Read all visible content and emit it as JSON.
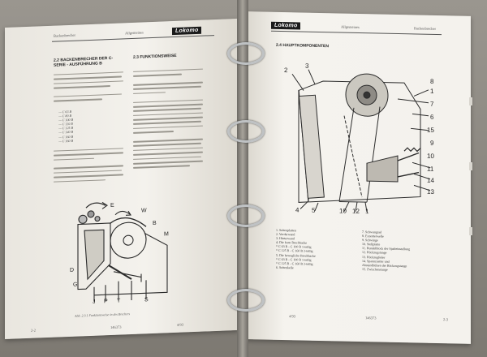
{
  "left_page": {
    "header_left": "Backenbrecher",
    "header_center": "Allgemeines",
    "logo": "Lokomo",
    "section_a_title": "2.2  BACKENBRECHER DER C-SERIE - AUSFÜHRUNG B",
    "section_b_title": "2.3  FUNKTIONSWEISE",
    "model_list": [
      "— C 63 B",
      "— C 80 B",
      "— C 100 B",
      "— C 110 B",
      "— C 125 B",
      "— C 140 B",
      "— C 160 B",
      "— C 160 B"
    ],
    "figure_labels": [
      "E",
      "W",
      "B",
      "M",
      "J",
      "P",
      "T",
      "S",
      "G",
      "D"
    ],
    "caption": "Abb. 2.3.1  Funktionsweise in des Brechers",
    "footer_left": "2-2",
    "footer_center": "146373",
    "footer_right": "4/93"
  },
  "right_page": {
    "header_center": "Allgemeines",
    "header_right": "Backenbrecher",
    "logo": "Lokomo",
    "section_title": "2.4  HAUPTKOMPONENTEN",
    "callouts": [
      "2",
      "3",
      "8",
      "1",
      "7",
      "6",
      "15",
      "9",
      "10",
      "11",
      "14",
      "13",
      "4",
      "5",
      "10",
      "12",
      "1"
    ],
    "legend_left": [
      "1.     Seitenplatten",
      "2.     Vorderwand",
      "3.     Hinterwand",
      "4.     Die feste Brechbacke",
      "        * C 63 B - C 100 B 1-teilig",
      "        * C 125 B - C 160 B 2-teilig",
      "5.     Die bewegliche Brechbacke",
      "        * C 63 B - C 100 B 1-teilig",
      "        * C 125 B - C 160 B 2-teilig",
      "6.     Seitenkeile"
    ],
    "legend_right": [
      "7.     Schwungrad",
      "8.     Exzenterwelle",
      "9.     Schwinge",
      "10.   Stellplatte",
      "11.   Rundelblock der Spalteinstellung",
      "12.   Rückzugstange",
      "13.   Rückzugfeder",
      "14.   Spannzustter und",
      "        Abstandhülsen der Rückzugstange",
      "15.   Zwischenstange"
    ],
    "footer_left": "4/93",
    "footer_center": "146373",
    "footer_right": "2-3"
  }
}
